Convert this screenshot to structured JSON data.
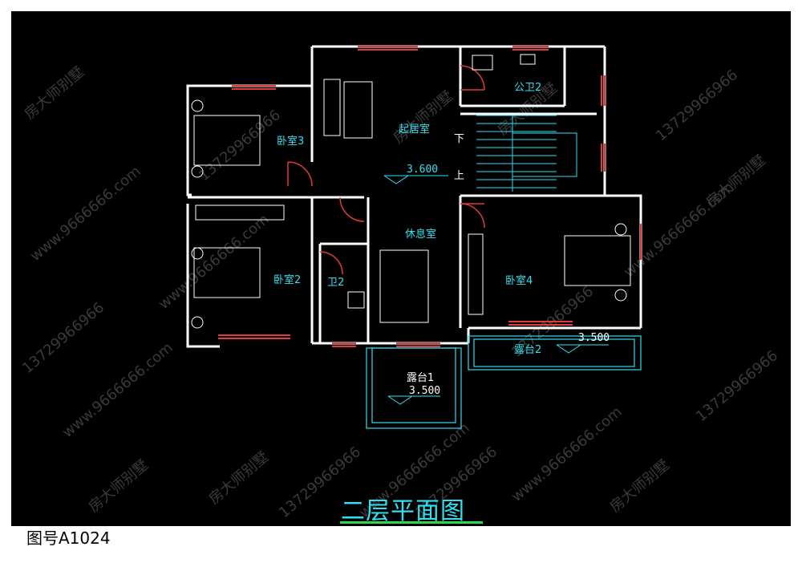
{
  "title": "二层平面图",
  "drawing_number": "图号A1024",
  "watermarks": [
    "房大师别墅",
    "www.9666666.com",
    "13729966966"
  ],
  "rooms": {
    "bedroom3": "卧室3",
    "bedroom2": "卧室2",
    "bedroom4": "卧室4",
    "living": "起居室",
    "lounge": "休息室",
    "public_bath": "公卫2",
    "bath2": "卫2",
    "balcony1": "露台1",
    "balcony2": "露台2"
  },
  "stairs": {
    "down": "下",
    "up": "上"
  },
  "elevations": {
    "living": "3.600",
    "balcony1": "3.500",
    "balcony2": "3.500"
  },
  "colors": {
    "wall": "#ffffff",
    "label": "#2fe0ef",
    "window": "#e03a3a",
    "title_underline": "#2fd84a",
    "background": "#000000"
  }
}
